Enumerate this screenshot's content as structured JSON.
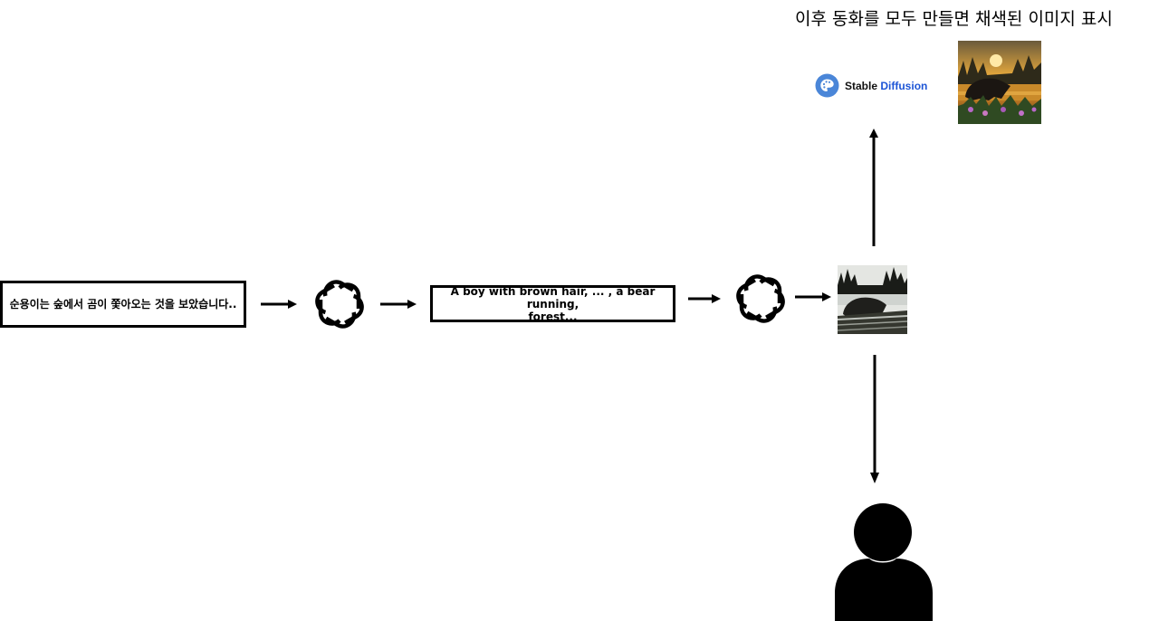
{
  "caption": {
    "text": "이후 동화를 모두 만들면 채색된 이미지 표시"
  },
  "input_box": {
    "text": "순용이는 숲에서 곰이 쫓아오는 것을 보았습니다.."
  },
  "prompt_box": {
    "line1": "A boy with brown hair, ... , a bear running,",
    "line2": "forest..."
  },
  "stable_diffusion": {
    "word1": "Stable",
    "word2": "Diffusion",
    "accent_color": "#1d55d6",
    "icon_color": "#4a86d8"
  },
  "icons": {
    "openai_1": "openai-logo-icon",
    "openai_2": "openai-logo-icon",
    "user": "user-person-icon",
    "palette": "palette-icon"
  },
  "images": {
    "sketch": "bear-running-forest-sketch-image",
    "colored": "bear-sunset-colored-image"
  }
}
